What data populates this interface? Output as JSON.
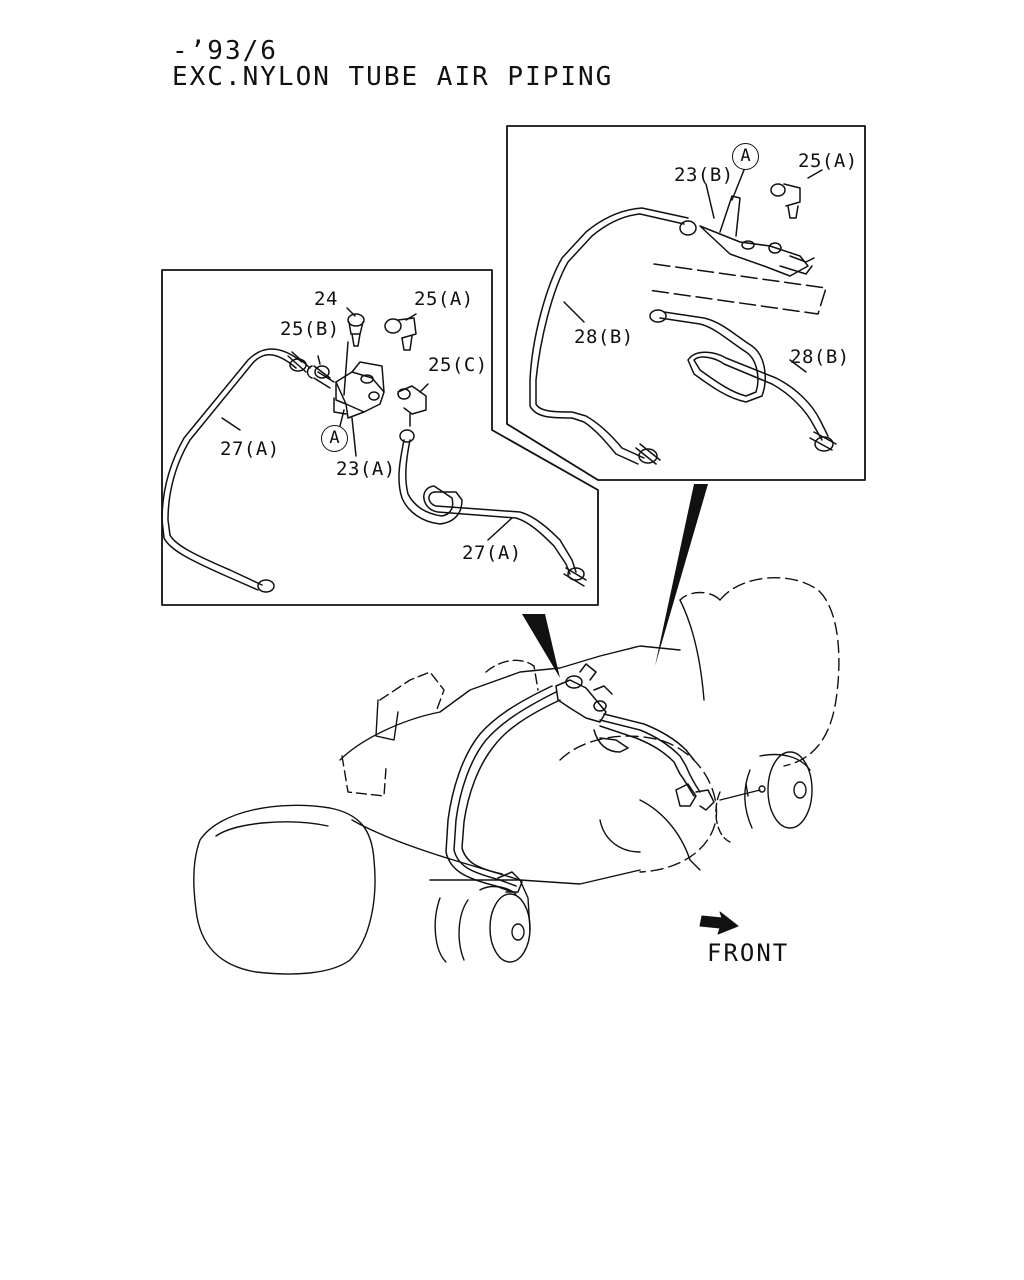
{
  "header": {
    "line1": "-’93/6",
    "line2": "EXC.NYLON TUBE AIR PIPING"
  },
  "callouts": {
    "left_box": {
      "label_24": "24",
      "label_25a": "25(A)",
      "label_25b": "25(B)",
      "label_25c": "25(C)",
      "label_27a_left": "27(A)",
      "label_23a": "23(A)",
      "label_27a_right": "27(A)",
      "ref_a": "A"
    },
    "right_box": {
      "ref_a": "A",
      "label_23b": "23(B)",
      "label_25a": "25(A)",
      "label_28b_left": "28(B)",
      "label_28b_right": "28(B)"
    }
  },
  "direction": {
    "label": "FRONT"
  }
}
